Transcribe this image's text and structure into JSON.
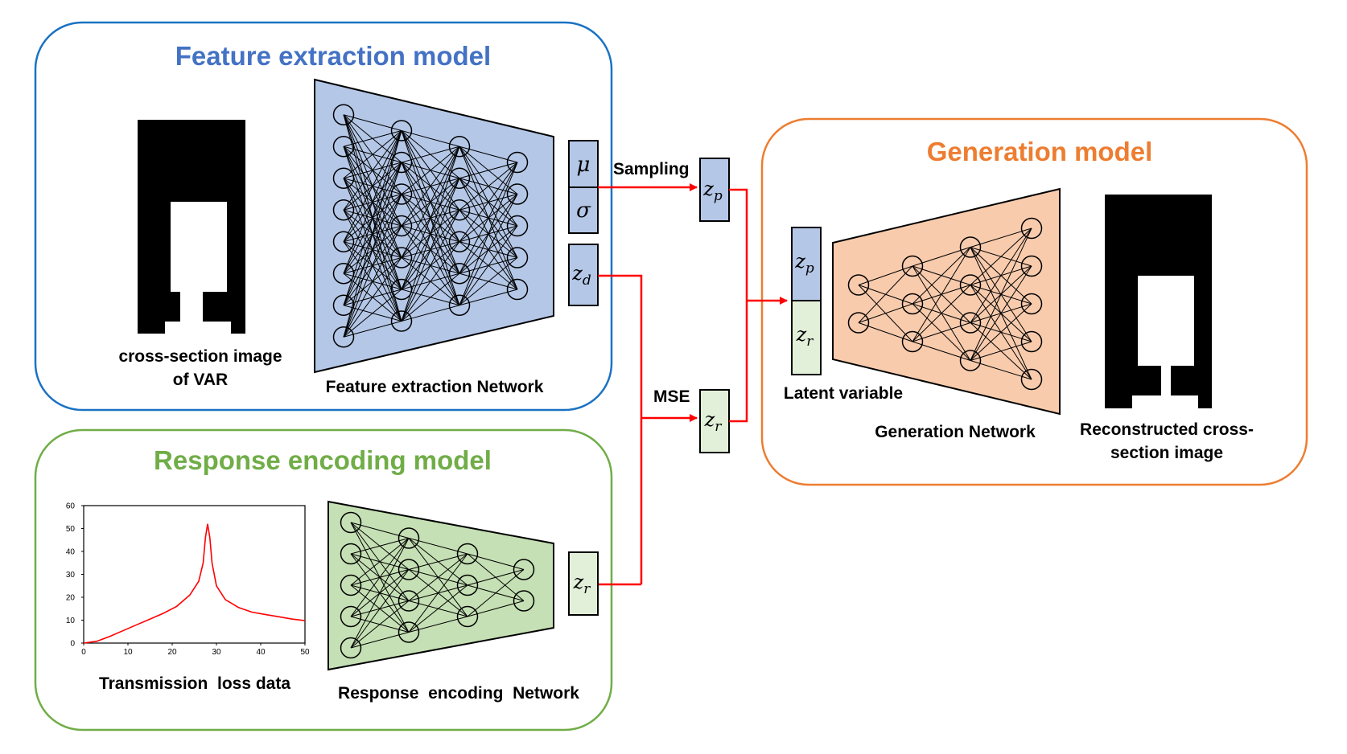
{
  "colors": {
    "feature_border": "#1b72c3",
    "response_border": "#70ad47",
    "generation_border": "#ed7d31",
    "feature_title": "#4472c4",
    "response_title": "#70ad47",
    "generation_title": "#ed7d31",
    "blue_fill": "#b4c7e7",
    "green_fill": "#c5e0b4",
    "orange_fill": "#f8cbad",
    "latent_green": "#e2f0d9",
    "arrow": "#ff0000"
  },
  "feature_model": {
    "title": "Feature extraction model",
    "image_caption_line1": "cross-section image",
    "image_caption_line2": "of VAR",
    "network_label": "Feature extraction Network",
    "outputs": {
      "mu": "μ",
      "sigma": "σ",
      "zd_base": "z",
      "zd_sub": "d"
    },
    "layer_sizes": [
      8,
      7,
      6,
      5
    ]
  },
  "response_model": {
    "title": "Response encoding model",
    "chart_caption": "Transmission  loss data",
    "network_label": "Response  encoding  Network",
    "output": {
      "base": "z",
      "sub": "r"
    },
    "layer_sizes": [
      5,
      4,
      3,
      2
    ]
  },
  "generation_model": {
    "title": "Generation model",
    "latent_label": "Latent variable",
    "latent_zp": {
      "base": "z",
      "sub": "p"
    },
    "latent_zr": {
      "base": "z",
      "sub": "r"
    },
    "network_label": "Generation Network",
    "image_caption_line1": "Reconstructed cross-",
    "image_caption_line2": "section image",
    "layer_sizes": [
      2,
      3,
      4,
      5
    ]
  },
  "middle": {
    "sampling_label": "Sampling",
    "mse_label": "MSE",
    "zp": {
      "base": "z",
      "sub": "p"
    },
    "zr": {
      "base": "z",
      "sub": "r"
    }
  },
  "chart_data": {
    "type": "line",
    "xlim": [
      0,
      50
    ],
    "ylim": [
      0,
      60
    ],
    "x_ticks": [
      "0",
      "10",
      "20",
      "30",
      "40",
      "50"
    ],
    "y_ticks": [
      "0",
      "10",
      "20",
      "30",
      "40",
      "50",
      "60"
    ],
    "series": [
      {
        "color": "#ff0000",
        "x": [
          0,
          3,
          6,
          9,
          12,
          15,
          18,
          21,
          24,
          26,
          27,
          27.5,
          28,
          28.5,
          29,
          30,
          32,
          35,
          38,
          41,
          44,
          47,
          50
        ],
        "y": [
          0,
          0.8,
          3,
          5.5,
          8,
          10.5,
          13,
          16,
          21,
          27,
          35,
          46,
          52,
          46,
          35,
          25,
          19,
          15.5,
          13.5,
          12.5,
          11.5,
          10.5,
          9.8
        ]
      }
    ]
  }
}
